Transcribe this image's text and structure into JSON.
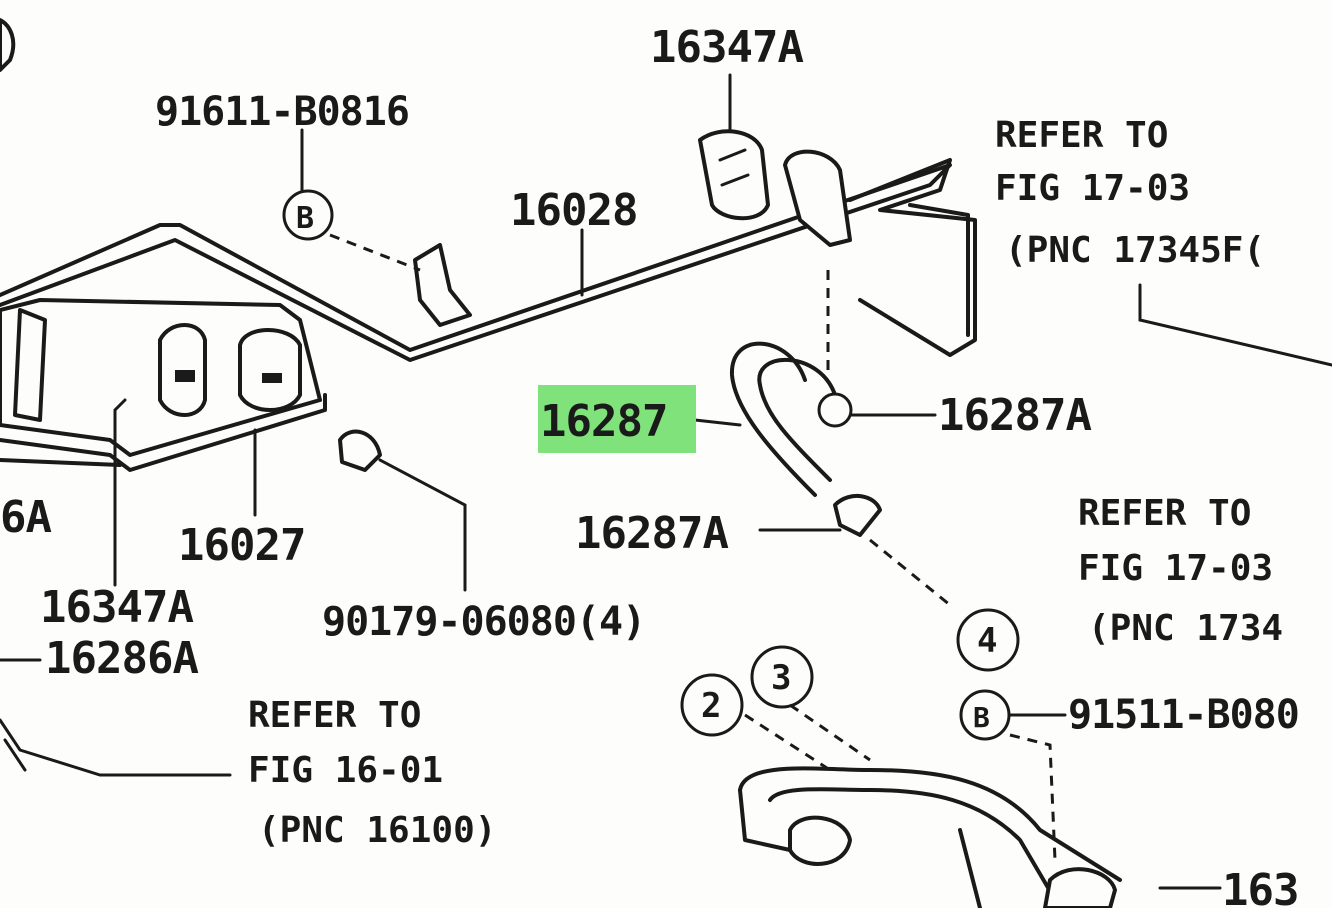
{
  "labels": {
    "top_part": "16347A",
    "bolt_top": "91611-B0816",
    "pipe_main": "16028",
    "refer1_a": "REFER TO",
    "refer1_b": "FIG 17-03",
    "refer1_c": "(PNC 17345F(",
    "highlight": "16287",
    "clamp_right": "16287A",
    "clamp_lower": "16287A",
    "left_6a": "6A",
    "part_16027": "16027",
    "part_16347a_left": "16347A",
    "bolt_90179": "90179-06080(4)",
    "part_16286a": "16286A",
    "refer2_a": "REFER TO",
    "refer2_b": "FIG 17-03",
    "refer2_c": "(PNC 1734",
    "circle_4": "4",
    "bolt_91511": "91511-B080",
    "circle_2": "2",
    "circle_3": "3",
    "refer3_a": "REFER TO",
    "refer3_b": "FIG 16-01",
    "refer3_c": "(PNC 16100)",
    "bottom_right": "163"
  },
  "colors": {
    "ink": "#1a1a1a",
    "highlight": "#7fe27a",
    "paper": "#fdfdfb"
  }
}
